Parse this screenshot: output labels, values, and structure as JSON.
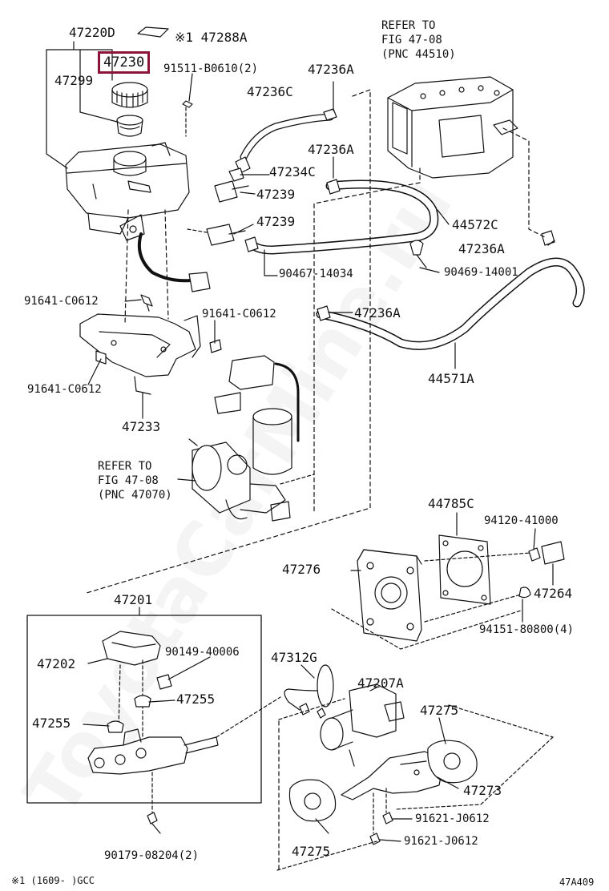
{
  "watermark": "ToyotaCarMine.ru",
  "figure_code": "47A409",
  "footnote": "※1 (1609-      )GCC",
  "callouts": {
    "p47220D": "47220D",
    "p47230": "47230",
    "p47299": "47299",
    "p47288A": "※1 47288A",
    "p91511": "91511-B0610(2)",
    "p47236A_1": "47236A",
    "p47236C": "47236C",
    "refer1": [
      "REFER TO",
      "FIG 47-08",
      "(PNC 44510)"
    ],
    "p47236A_2": "47236A",
    "p47234C": "47234C",
    "p47239_1": "47239",
    "p47239_2": "47239",
    "p44572C": "44572C",
    "p47236A_3": "47236A",
    "p90467": "90467-14034",
    "p90469": "90469-14001",
    "p91641_1": "91641-C0612",
    "p91641_2": "91641-C0612",
    "p47236A_4": "47236A",
    "p44571A": "44571A",
    "p91641_3": "91641-C0612",
    "p47233": "47233",
    "refer2": [
      "REFER TO",
      "FIG 47-08",
      "(PNC 47070)"
    ],
    "p44785C": "44785C",
    "p94120": "94120-41000",
    "p47276": "47276",
    "p47264": "47264",
    "p94151": "94151-80800(4)",
    "p47201": "47201",
    "p47202": "47202",
    "p90149": "90149-40006",
    "p47312G": "47312G",
    "p47255_1": "47255",
    "p47207A": "47207A",
    "p47255_2": "47255",
    "p47275_1": "47275",
    "p47273": "47273",
    "p91621_1": "91621-J0612",
    "p91621_2": "91621-J0612",
    "p90179": "90179-08204(2)",
    "p47275_2": "47275"
  },
  "colors": {
    "line": "#111111",
    "highlight": "#8a1538",
    "paper": "#ffffff"
  }
}
